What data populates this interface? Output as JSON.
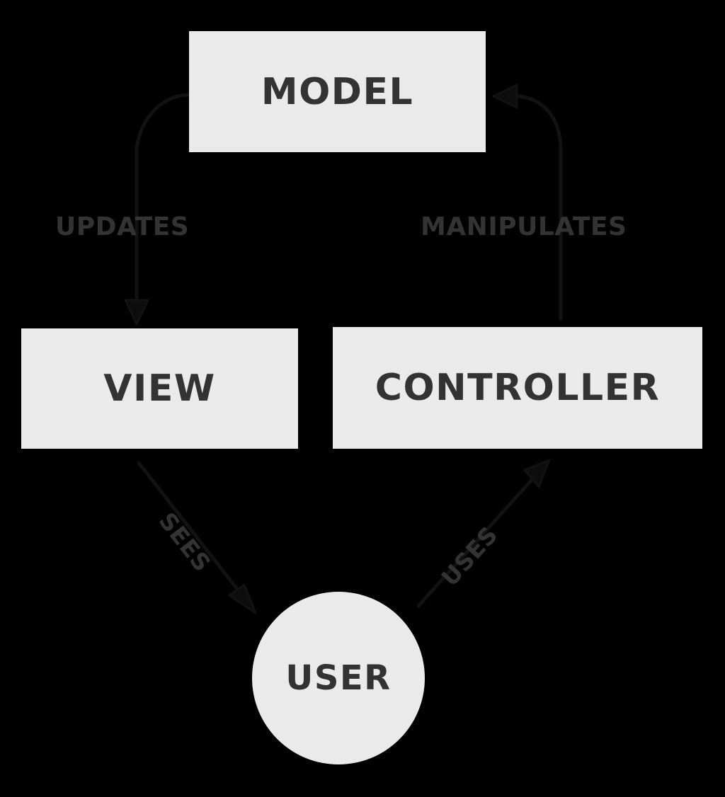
{
  "diagram": {
    "title": "MVC (Model-View-Controller) architecture diagram",
    "background_color": "#000000",
    "node_fill_color": "#eaeaea",
    "text_color": "#333333",
    "edge_color": "#121212",
    "nodes": [
      {
        "id": "model",
        "label": "MODEL",
        "shape": "rectangle"
      },
      {
        "id": "view",
        "label": "VIEW",
        "shape": "rectangle"
      },
      {
        "id": "controller",
        "label": "CONTROLLER",
        "shape": "rectangle"
      },
      {
        "id": "user",
        "label": "USER",
        "shape": "circle"
      }
    ],
    "edges": [
      {
        "id": "updates",
        "label": "UPDATES",
        "from": "model",
        "to": "view",
        "style": "curved-down"
      },
      {
        "id": "manipulates",
        "label": "MANIPULATES",
        "from": "controller",
        "to": "model",
        "style": "curved-up"
      },
      {
        "id": "sees",
        "label": "SEES",
        "from": "view",
        "to": "user",
        "style": "diagonal"
      },
      {
        "id": "uses",
        "label": "USES",
        "from": "user",
        "to": "controller",
        "style": "diagonal"
      }
    ]
  }
}
